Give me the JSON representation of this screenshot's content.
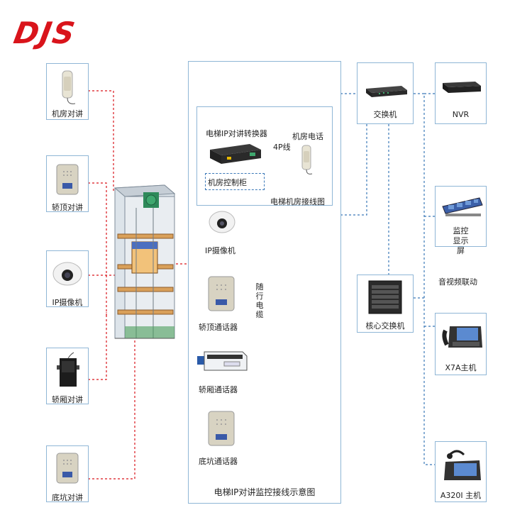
{
  "logo": "DJS",
  "left_devices": [
    {
      "label": "机房对讲",
      "icon": "handset-phone-icon"
    },
    {
      "label": "轿顶对讲",
      "icon": "intercom-panel-icon"
    },
    {
      "label": "IP摄像机",
      "icon": "dome-camera-icon"
    },
    {
      "label": "轿厢对讲",
      "icon": "intercom-box-icon"
    },
    {
      "label": "底坑对讲",
      "icon": "intercom-panel-icon"
    }
  ],
  "center": {
    "converter_label": "电梯IP对讲转换器",
    "phone_label": "机房电话",
    "cable_label": "4P线",
    "cabinet_label": "机房控制柜",
    "room_wiring_label": "电梯机房接线图",
    "camera_label": "IP摄像机",
    "trailing_cable_label": "随行电缆",
    "car_top_label": "轿顶通话器",
    "car_label": "轿厢通话器",
    "pit_label": "底坑通话器",
    "diagram_title": "电梯IP对讲监控接线示意图"
  },
  "switches": {
    "switch_label": "交换机",
    "core_label": "核心交换机"
  },
  "right_devices": {
    "nvr": "NVR",
    "monitor": "监控显示屏",
    "av_link": "音视频联动",
    "x7a": "X7A主机",
    "a320i": "A320I 主机"
  },
  "colors": {
    "red_line": "#d9141b",
    "blue_line": "#3a78b8",
    "box_border": "#8fb6d6",
    "logo": "#d9141b"
  }
}
